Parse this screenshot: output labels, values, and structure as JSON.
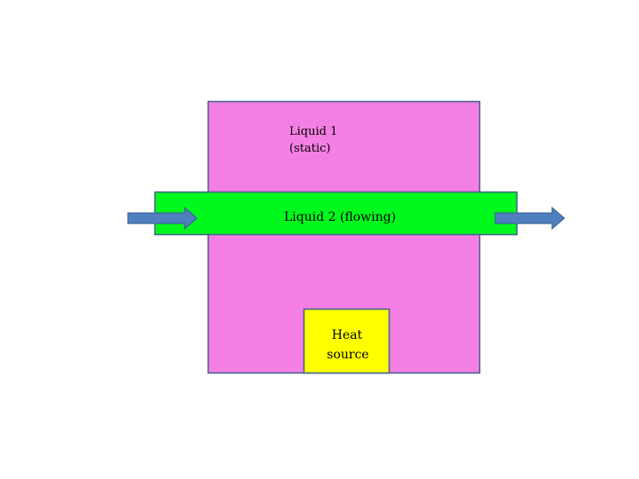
{
  "diagram": {
    "container": {
      "label_line1": "Liquid 1",
      "label_line2": "(static)",
      "color": "#f47fe4"
    },
    "pipe": {
      "label": "Liquid 2 (flowing)",
      "color": "#00f91c"
    },
    "heater": {
      "label_line1": "Heat",
      "label_line2": "source",
      "color": "#ffff00"
    },
    "arrows": {
      "color": "#4f7fbf",
      "stroke": "#3a5f8f"
    },
    "outline_color": "#41608f"
  }
}
